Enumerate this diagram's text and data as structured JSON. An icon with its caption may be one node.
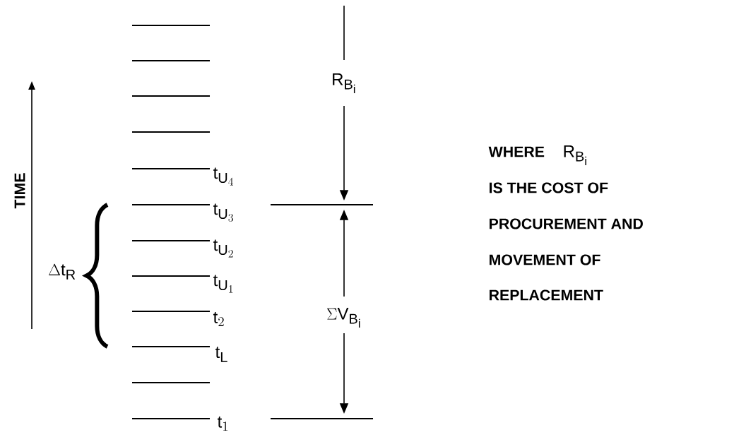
{
  "diagram": {
    "labels": [
      "TIME",
      "t_{U_4}",
      "t_{U_3}",
      "t_{U_2}",
      "t_{U_1}",
      "t_2",
      "t_L",
      "t_1",
      "\\Delta t_R",
      "R_{B_i}",
      "\\Sigma V_{B_i}",
      "WHERE",
      "R_{B_i}",
      "IS THE COST OF",
      "PROCUREMENT AND",
      "MOVEMENT OF",
      "REPLACEMENT"
    ]
  }
}
